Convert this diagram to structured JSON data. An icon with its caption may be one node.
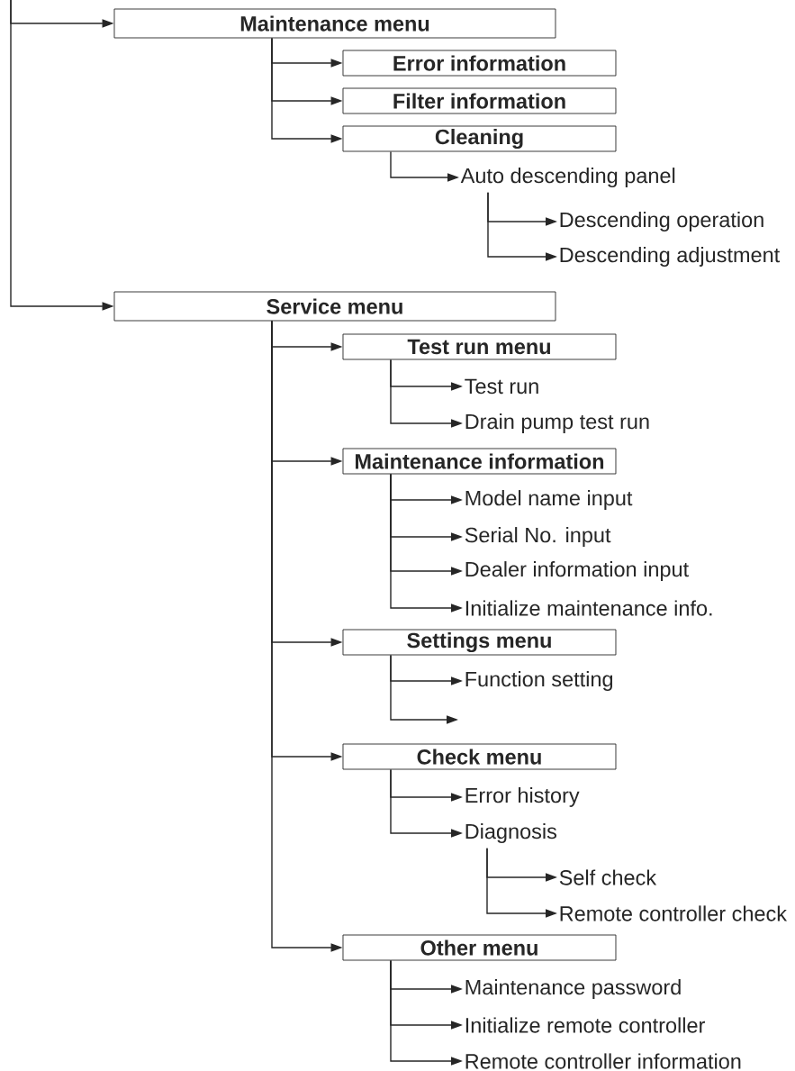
{
  "diagram": {
    "nodes": [
      {
        "text": [
          "Maintenance menu"
        ]
      },
      {
        "text": [
          "Error information"
        ]
      },
      {
        "text": [
          "Filter information"
        ]
      },
      {
        "text": [
          "Cleaning"
        ]
      },
      {
        "text": [
          "Auto descending panel"
        ]
      },
      {
        "text": [
          "Descending operation"
        ]
      },
      {
        "text": [
          "Descending adjustment"
        ]
      },
      {
        "text": [
          "Service menu"
        ]
      },
      {
        "text": [
          "Test run menu"
        ]
      },
      {
        "text": [
          "Test run"
        ]
      },
      {
        "text": [
          "Drain pump test run"
        ]
      },
      {
        "text": [
          "Maintenance information"
        ]
      },
      {
        "text": [
          "Model name input"
        ]
      },
      {
        "text": [
          "Serial No. input"
        ]
      },
      {
        "text": [
          "Dealer information input"
        ]
      },
      {
        "text": [
          "Initialize maintenance info."
        ]
      },
      {
        "text": [
          "Settings menu"
        ]
      },
      {
        "text": [
          "Function setting"
        ]
      },
      {
        "text": [
          "Check menu"
        ]
      },
      {
        "text": [
          "Error history"
        ]
      },
      {
        "text": [
          "Diagnosis"
        ]
      },
      {
        "text": [
          "Self check"
        ]
      },
      {
        "text": [
          "Remote controller check"
        ]
      },
      {
        "text": [
          "Other menu"
        ]
      },
      {
        "text": [
          "Maintenance password"
        ]
      },
      {
        "text": [
          "Initialize remote controller"
        ]
      },
      {
        "text": [
          "Remote controller information"
        ]
      }
    ],
    "edges": [
      {
        "from": null,
        "to": 0,
        "arrow": "to"
      },
      {
        "from": 0,
        "to": 1,
        "arrow": "to"
      },
      {
        "from": 0,
        "to": 2,
        "arrow": "to"
      },
      {
        "from": 0,
        "to": 3,
        "arrow": "to"
      },
      {
        "from": 3,
        "to": 4,
        "arrow": "to"
      },
      {
        "from": 4,
        "to": 5,
        "arrow": "to"
      },
      {
        "from": 4,
        "to": 6,
        "arrow": "to"
      },
      {
        "from": null,
        "to": 7,
        "arrow": "to"
      },
      {
        "from": 7,
        "to": 8,
        "arrow": "to"
      },
      {
        "from": 8,
        "to": 9,
        "arrow": "to"
      },
      {
        "from": 8,
        "to": 10,
        "arrow": "to"
      },
      {
        "from": 7,
        "to": 11,
        "arrow": "to"
      },
      {
        "from": 11,
        "to": 12,
        "arrow": "to"
      },
      {
        "from": 11,
        "to": 13,
        "arrow": "to"
      },
      {
        "from": 11,
        "to": 14,
        "arrow": "to"
      },
      {
        "from": 11,
        "to": 15,
        "arrow": "to"
      },
      {
        "from": 7,
        "to": 16,
        "arrow": "to"
      },
      {
        "from": 16,
        "to": 17,
        "arrow": "to"
      },
      {
        "from": 16,
        "to": null,
        "arrow": "to"
      },
      {
        "from": 7,
        "to": 18,
        "arrow": "to"
      },
      {
        "from": 18,
        "to": 19,
        "arrow": "to"
      },
      {
        "from": 18,
        "to": 20,
        "arrow": "to"
      },
      {
        "from": 20,
        "to": 21,
        "arrow": "to"
      },
      {
        "from": 20,
        "to": 22,
        "arrow": "to"
      },
      {
        "from": 7,
        "to": 23,
        "arrow": "to"
      },
      {
        "from": 23,
        "to": 24,
        "arrow": "to"
      },
      {
        "from": 23,
        "to": 25,
        "arrow": "to"
      },
      {
        "from": 23,
        "to": 26,
        "arrow": "to"
      }
    ]
  }
}
